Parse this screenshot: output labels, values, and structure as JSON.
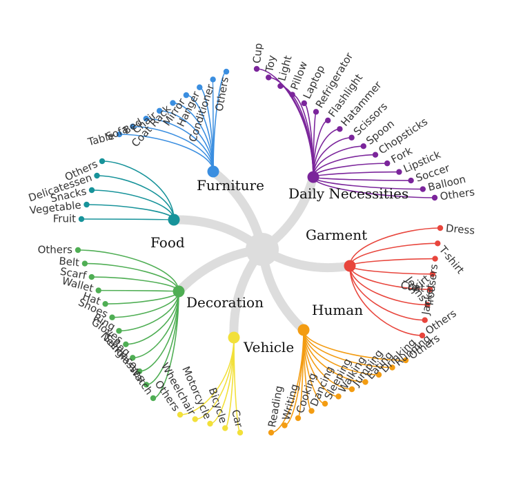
{
  "diagram": {
    "type": "radial-tree",
    "categories": [
      {
        "name": "Furniture",
        "color": "#3a8ee0",
        "leaves": [
          "Table",
          "Sofa",
          "Bed",
          "Chair",
          "Coat Rack",
          "Mirror",
          "Hanger",
          "Conditioner",
          "Others"
        ]
      },
      {
        "name": "Daily Necessities",
        "color": "#7b259b",
        "leaves": [
          "Cup",
          "Toy",
          "Light",
          "Pillow",
          "Laptop",
          "Refrigerator",
          "Flashlight",
          "Hatammer",
          "Scissors",
          "Spoon",
          "Chopsticks",
          "Fork",
          "Lipstick",
          "Soccer",
          "Balloon",
          "Others"
        ]
      },
      {
        "name": "Garment",
        "color": "#e8453c",
        "leaves": [
          "Dress",
          "T-shirt",
          "Trousers",
          "Skirt",
          "Coat",
          "Jeans",
          "Jacket",
          "Others"
        ]
      },
      {
        "name": "Human",
        "color": "#f39c12",
        "leaves": [
          "Reading",
          "Writing",
          "Cooking",
          "Dancing",
          "Sleeping",
          "Walking",
          "Jumping",
          "Eating",
          "Drinking",
          "Running",
          "Others"
        ]
      },
      {
        "name": "Vehicle",
        "color": "#f2e03a",
        "leaves": [
          "Others",
          "Wheelchair",
          "Motorcycle",
          "Bicycle",
          "Car"
        ]
      },
      {
        "name": "Decoration",
        "color": "#4fae54",
        "leaves": [
          "Others",
          "Belt",
          "Scarf",
          "Wallet",
          "Hat",
          "Shoes",
          "Ring",
          "Gloves",
          "Bag",
          "Necklace",
          "Sunglasses",
          "Watch"
        ]
      },
      {
        "name": "Food",
        "color": "#17939a",
        "leaves": [
          "Others",
          "Delicatessen",
          "Snacks",
          "Vegetable",
          "Fruit"
        ]
      }
    ]
  }
}
